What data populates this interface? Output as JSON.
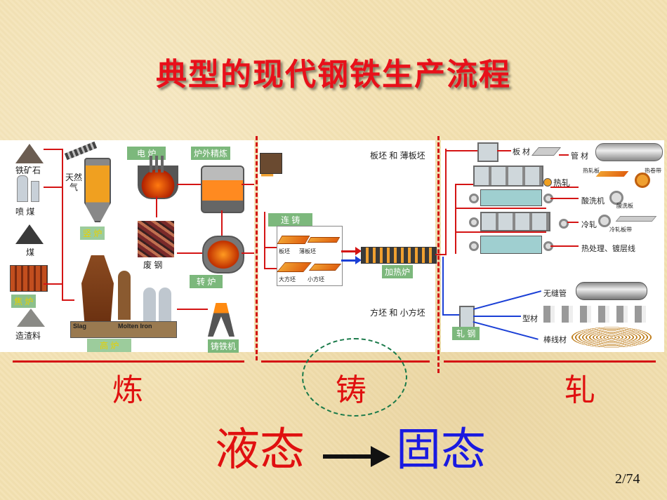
{
  "title": "典型的现代钢铁生产流程",
  "labels": {
    "iron_ore": "铁矿石",
    "spray_coal": "喷  煤",
    "coal": "煤",
    "coke_oven": "焦 炉",
    "slag_material": "造渣料",
    "natural_gas": "天然气",
    "shaft_furnace": "竖 炉",
    "electric_furnace": "电 炉",
    "ladle_refining": "炉外精炼",
    "scrap_steel": "废 钢",
    "converter": "转 炉",
    "blast_furnace": "高 炉",
    "slag_tag": "Slag",
    "molten_iron_tag": "Molten Iron",
    "pig_machine": "铸铁机",
    "continuous_casting": "连 铸",
    "slab_thin": "板坯 和 薄板坯",
    "slab_small": "板坯",
    "thin_slab_small": "薄板坯",
    "big_billet": "大方坯",
    "small_billet": "小方坯",
    "reheating_furnace": "加热炉",
    "billet_small": "方坯 和 小方坯",
    "rolling_mill": "轧 钢",
    "plate": "板 材",
    "pipe": "管 材",
    "hot_rolled_plate": "热轧板",
    "hot_coil": "热卷带",
    "hot_rolling": "热轧",
    "pickling": "酸洗机",
    "pickled_plate": "酸洗板",
    "cold_rolling": "冷轧",
    "cold_strip": "冷轧板带",
    "heat_treat": "热处理、镀层线",
    "seamless_pipe": "无缝管",
    "section": "型材",
    "wire_rod": "棒线材"
  },
  "stages": {
    "smelt": "炼",
    "cast": "铸",
    "roll": "轧"
  },
  "bottom": {
    "liquid": "液态",
    "solid": "固态"
  },
  "page_number": "2/74",
  "colors": {
    "title": "#e8101a",
    "liquid": "#e01010",
    "solid": "#1a1ae0",
    "process_line": "#d41414",
    "billet_line": "#1a3fd6"
  }
}
